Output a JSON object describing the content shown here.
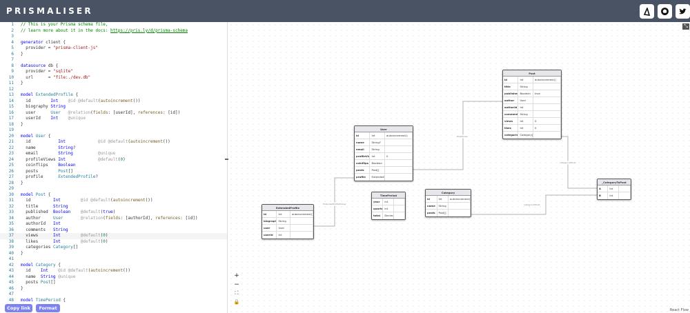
{
  "header": {
    "logo": "PRISMALISER",
    "buttons": [
      {
        "icon": "prisma-icon"
      },
      {
        "icon": "github-icon"
      },
      {
        "icon": "twitter-icon"
      }
    ]
  },
  "editor": {
    "copy_label": "Copy link",
    "format_label": "Format",
    "current_line": 37,
    "lines": [
      [
        [
          "c",
          "// This is your Prisma schema file,"
        ]
      ],
      [
        [
          "c",
          "// learn more about it in the docs: "
        ],
        [
          "u",
          "https://pris.ly/d/prisma-schema"
        ]
      ],
      [],
      [
        [
          "k",
          "generator"
        ],
        [
          "p",
          " client {"
        ]
      ],
      [
        [
          "p",
          "  provider = "
        ],
        [
          "s",
          "\"prisma-client-js\""
        ]
      ],
      [
        [
          "p",
          "}"
        ]
      ],
      [],
      [
        [
          "k",
          "datasource"
        ],
        [
          "p",
          " db {"
        ]
      ],
      [
        [
          "p",
          "  provider = "
        ],
        [
          "s",
          "\"sqlite\""
        ]
      ],
      [
        [
          "p",
          "  url      = "
        ],
        [
          "s",
          "\"file:./dev.db\""
        ]
      ],
      [
        [
          "p",
          "}"
        ]
      ],
      [],
      [
        [
          "k",
          "model"
        ],
        [
          "p",
          " "
        ],
        [
          "m",
          "ExtendedProfile"
        ],
        [
          "p",
          " {"
        ]
      ],
      [
        [
          "p",
          "  id        "
        ],
        [
          "ty",
          "Int"
        ],
        [
          "p",
          "    "
        ],
        [
          "a",
          "@id @default"
        ],
        [
          "p",
          "("
        ],
        [
          "f",
          "autoincrement"
        ],
        [
          "p",
          "())"
        ]
      ],
      [
        [
          "p",
          "  biography "
        ],
        [
          "ty",
          "String"
        ]
      ],
      [
        [
          "p",
          "  user      "
        ],
        [
          "m",
          "User"
        ],
        [
          "p",
          "   "
        ],
        [
          "a",
          "@relation"
        ],
        [
          "p",
          "("
        ],
        [
          "f",
          "fields"
        ],
        [
          "p",
          ": [userId], "
        ],
        [
          "f",
          "references"
        ],
        [
          "p",
          ": [id])"
        ]
      ],
      [
        [
          "p",
          "  userId    "
        ],
        [
          "ty",
          "Int"
        ],
        [
          "p",
          "    "
        ],
        [
          "a",
          "@unique"
        ]
      ],
      [
        [
          "p",
          "}"
        ]
      ],
      [],
      [
        [
          "k",
          "model"
        ],
        [
          "p",
          " "
        ],
        [
          "m",
          "User"
        ],
        [
          "p",
          " {"
        ]
      ],
      [
        [
          "p",
          "  id           "
        ],
        [
          "ty",
          "Int"
        ],
        [
          "p",
          "             "
        ],
        [
          "a",
          "@id @default"
        ],
        [
          "p",
          "("
        ],
        [
          "f",
          "autoincrement"
        ],
        [
          "p",
          "())"
        ]
      ],
      [
        [
          "p",
          "  name         "
        ],
        [
          "ty",
          "String"
        ],
        [
          "p",
          "?"
        ]
      ],
      [
        [
          "p",
          "  email        "
        ],
        [
          "ty",
          "String"
        ],
        [
          "p",
          "          "
        ],
        [
          "a",
          "@unique"
        ]
      ],
      [
        [
          "p",
          "  profileViews "
        ],
        [
          "ty",
          "Int"
        ],
        [
          "p",
          "             "
        ],
        [
          "a",
          "@default"
        ],
        [
          "p",
          "("
        ],
        [
          "n",
          "0"
        ],
        [
          "p",
          ")"
        ]
      ],
      [
        [
          "p",
          "  coinflips    "
        ],
        [
          "ty",
          "Boolean"
        ]
      ],
      [
        [
          "p",
          "  posts        "
        ],
        [
          "m",
          "Post"
        ],
        [
          "p",
          "[]"
        ]
      ],
      [
        [
          "p",
          "  profile      "
        ],
        [
          "m",
          "ExtendedProfile"
        ],
        [
          "p",
          "?"
        ]
      ],
      [
        [
          "p",
          "}"
        ]
      ],
      [],
      [
        [
          "k",
          "model"
        ],
        [
          "p",
          " "
        ],
        [
          "m",
          "Post"
        ],
        [
          "p",
          " {"
        ]
      ],
      [
        [
          "p",
          "  id         "
        ],
        [
          "ty",
          "Int"
        ],
        [
          "p",
          "        "
        ],
        [
          "a",
          "@id @default"
        ],
        [
          "p",
          "("
        ],
        [
          "f",
          "autoincrement"
        ],
        [
          "p",
          "())"
        ]
      ],
      [
        [
          "p",
          "  title      "
        ],
        [
          "ty",
          "String"
        ]
      ],
      [
        [
          "p",
          "  published  "
        ],
        [
          "ty",
          "Boolean"
        ],
        [
          "p",
          "    "
        ],
        [
          "a",
          "@default"
        ],
        [
          "p",
          "("
        ],
        [
          "k",
          "true"
        ],
        [
          "p",
          ")"
        ]
      ],
      [
        [
          "p",
          "  author     "
        ],
        [
          "m",
          "User"
        ],
        [
          "p",
          "       "
        ],
        [
          "a",
          "@relation"
        ],
        [
          "p",
          "("
        ],
        [
          "f",
          "fields"
        ],
        [
          "p",
          ": [authorId], "
        ],
        [
          "f",
          "references"
        ],
        [
          "p",
          ": [id])"
        ]
      ],
      [
        [
          "p",
          "  authorId   "
        ],
        [
          "ty",
          "Int"
        ]
      ],
      [
        [
          "p",
          "  comments   "
        ],
        [
          "ty",
          "String"
        ]
      ],
      [
        [
          "p",
          "  views      "
        ],
        [
          "ty",
          "Int"
        ],
        [
          "p",
          "        "
        ],
        [
          "a",
          "@default"
        ],
        [
          "p",
          "("
        ],
        [
          "n",
          "0"
        ],
        [
          "p",
          ")"
        ]
      ],
      [
        [
          "p",
          "  likes      "
        ],
        [
          "ty",
          "Int"
        ],
        [
          "p",
          "        "
        ],
        [
          "a",
          "@default"
        ],
        [
          "p",
          "("
        ],
        [
          "n",
          "0"
        ],
        [
          "p",
          ")"
        ]
      ],
      [
        [
          "p",
          "  categories "
        ],
        [
          "m",
          "Category"
        ],
        [
          "p",
          "[]"
        ]
      ],
      [
        [
          "p",
          "}"
        ]
      ],
      [],
      [
        [
          "k",
          "model"
        ],
        [
          "p",
          " "
        ],
        [
          "m",
          "Category"
        ],
        [
          "p",
          " {"
        ]
      ],
      [
        [
          "p",
          "  id    "
        ],
        [
          "ty",
          "Int"
        ],
        [
          "p",
          "    "
        ],
        [
          "a",
          "@id @default"
        ],
        [
          "p",
          "("
        ],
        [
          "f",
          "autoincrement"
        ],
        [
          "p",
          "())"
        ]
      ],
      [
        [
          "p",
          "  name  "
        ],
        [
          "ty",
          "String"
        ],
        [
          "p",
          " "
        ],
        [
          "a",
          "@unique"
        ]
      ],
      [
        [
          "p",
          "  posts "
        ],
        [
          "m",
          "Post"
        ],
        [
          "p",
          "[]"
        ]
      ],
      [
        [
          "p",
          "}"
        ]
      ],
      [],
      [
        [
          "k",
          "model"
        ],
        [
          "p",
          " "
        ],
        [
          "m",
          "TimePeriod"
        ],
        [
          "p",
          " {"
        ]
      ]
    ]
  },
  "diagram": {
    "tables": [
      {
        "name": "Post",
        "rows": [
          [
            "id",
            "Int",
            "autoincrement()"
          ],
          [
            "title",
            "String",
            ""
          ],
          [
            "published",
            "Boolean",
            "true"
          ],
          [
            "author",
            "User",
            ""
          ],
          [
            "authorId",
            "Int",
            ""
          ],
          [
            "comments",
            "String",
            ""
          ],
          [
            "views",
            "Int",
            "0"
          ],
          [
            "likes",
            "Int",
            "0"
          ],
          [
            "categories",
            "Category[]",
            ""
          ]
        ]
      },
      {
        "name": "User",
        "rows": [
          [
            "id",
            "Int",
            "autoincrement()"
          ],
          [
            "name",
            "String?",
            ""
          ],
          [
            "email",
            "String",
            ""
          ],
          [
            "profileViews",
            "Int",
            "0"
          ],
          [
            "coinflips",
            "Boolean",
            ""
          ],
          [
            "posts",
            "Post[]",
            ""
          ],
          [
            "profile",
            "ExtendedProfile?",
            ""
          ]
        ]
      },
      {
        "name": "ExtendedProfile",
        "rows": [
          [
            "id",
            "Int",
            "autoincrement()"
          ],
          [
            "biography",
            "String",
            ""
          ],
          [
            "user",
            "User",
            ""
          ],
          [
            "userId",
            "Int",
            ""
          ]
        ]
      },
      {
        "name": "TimePeriod",
        "rows": [
          [
            "year",
            "Int",
            ""
          ],
          [
            "quarter",
            "Int",
            ""
          ],
          [
            "total",
            "Decimal",
            ""
          ]
        ]
      },
      {
        "name": "Category",
        "rows": [
          [
            "id",
            "Int",
            "autoincrement()"
          ],
          [
            "name",
            "String",
            ""
          ],
          [
            "posts",
            "Post[]",
            ""
          ]
        ]
      },
      {
        "name": "_CategoryToPost",
        "rows": [
          [
            "A",
            "Int",
            ""
          ],
          [
            "B",
            "Int",
            ""
          ]
        ]
      }
    ],
    "edges": [
      {
        "label": "PostToUser"
      },
      {
        "label": "CategoryToPost"
      },
      {
        "label": "CategoryToPost"
      },
      {
        "label": "ExtendedProfileToUser"
      }
    ],
    "controls": [
      {
        "icon": "zoom-in-icon",
        "glyph": "+"
      },
      {
        "icon": "zoom-out-icon",
        "glyph": "−"
      },
      {
        "icon": "fit-view-icon",
        "glyph": "⛶"
      },
      {
        "icon": "lock-icon",
        "glyph": "🔒"
      }
    ],
    "attribution": "React Flow"
  }
}
